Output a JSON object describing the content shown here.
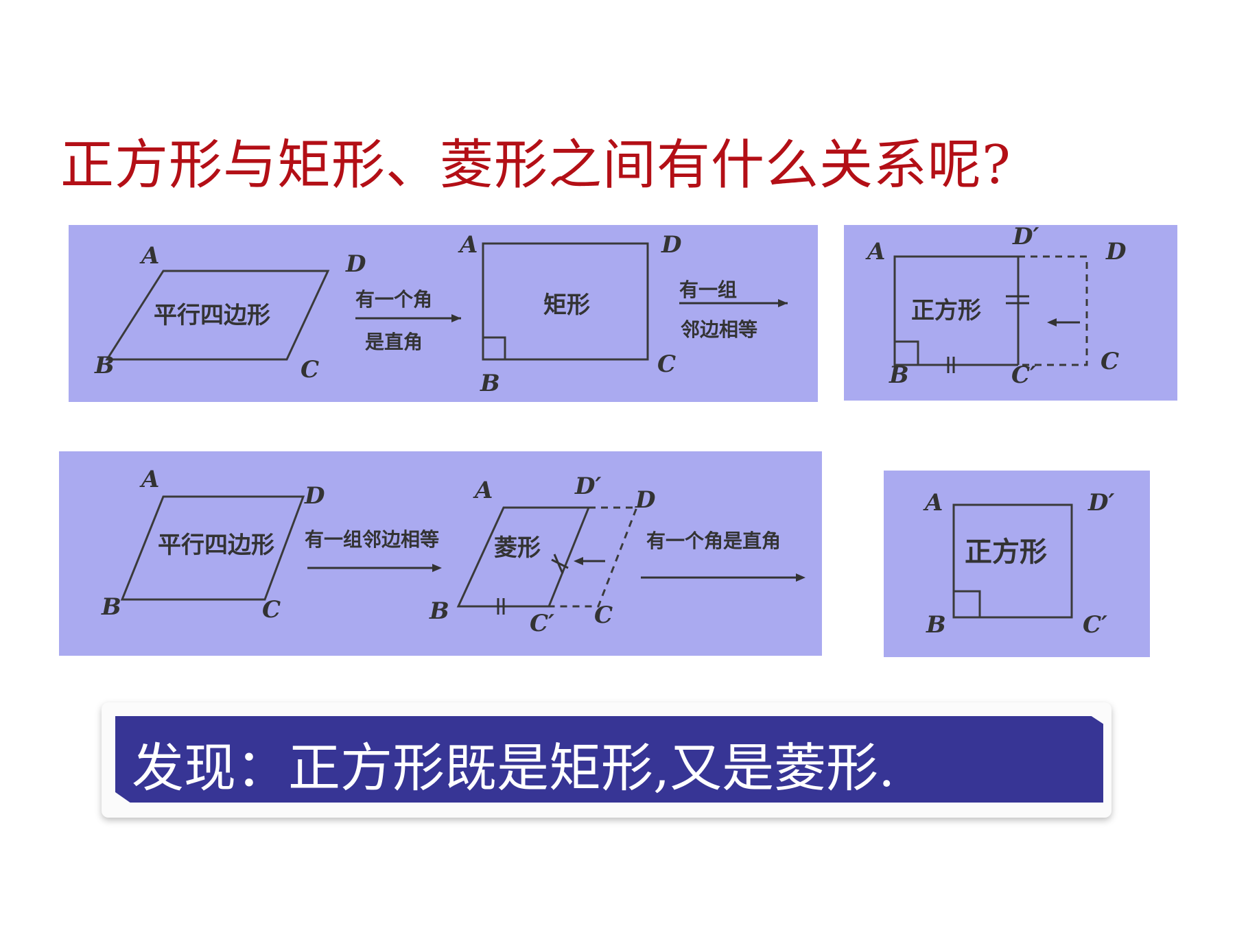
{
  "title": "正方形与矩形、菱形之间有什么关系呢?",
  "panel1": {
    "parallelogram_label": "平行四边形",
    "arrow1_top": "有一个角",
    "arrow1_bottom": "是直角",
    "rectangle_label": "矩形",
    "arrow2_top": "有一组",
    "arrow2_bottom": "邻边相等",
    "points": {
      "A": "A",
      "B": "B",
      "C": "C",
      "D": "D"
    }
  },
  "panel2": {
    "square_label": "正方形",
    "points": {
      "A": "A",
      "B": "B",
      "C": "C",
      "D": "D",
      "Dp": "D′",
      "Cp": "C′"
    }
  },
  "panel3": {
    "parallelogram_label": "平行四边形",
    "arrow1_label": "有一组邻边相等",
    "rhombus_label": "菱形",
    "arrow2_label": "有一个角是直角",
    "points": {
      "A": "A",
      "B": "B",
      "C": "C",
      "D": "D",
      "Dp": "D′",
      "Cp": "C′"
    }
  },
  "panel4": {
    "square_label": "正方形",
    "points": {
      "A": "A",
      "B": "B",
      "Dp": "D′",
      "Cp": "C′"
    }
  },
  "finding": "发现：正方形既是矩形,又是菱形."
}
